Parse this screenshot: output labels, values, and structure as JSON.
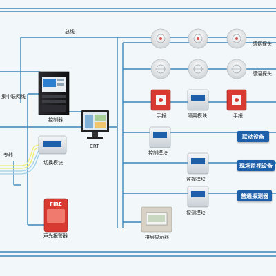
{
  "bus_label": "总线",
  "network_label": "集中联网线",
  "controller_label": "控制器",
  "crt_label": "CRT",
  "special_line_label": "专线",
  "switch_module_label": "切换模块",
  "alarm_label": "声光报警器",
  "alarm_text": "FIRE",
  "smoke_detector_label": "感烟探头",
  "heat_detector_label": "感温探头",
  "manual_button_label": "手报",
  "isolation_module_label": "隔离模块",
  "manual_button_label_2": "手报",
  "control_module_label": "控制模块",
  "linkage_device_label": "联动设备",
  "monitor_module_label": "监视模块",
  "field_monitor_device_label": "现场监视设备",
  "detection_module_label": "探测模块",
  "normal_detector_label": "普通探测器",
  "floor_display_label": "楼层显示器",
  "colors": {
    "line": "#3a86b8",
    "highlight": "#f0f070",
    "device_blue": "#1d5fa8",
    "alarm_red": "#d83a32"
  },
  "icons": [
    "smoke-detector-icon",
    "heat-detector-icon",
    "manual-call-point-icon",
    "module-icon",
    "monitor-icon",
    "alarm-icon"
  ]
}
